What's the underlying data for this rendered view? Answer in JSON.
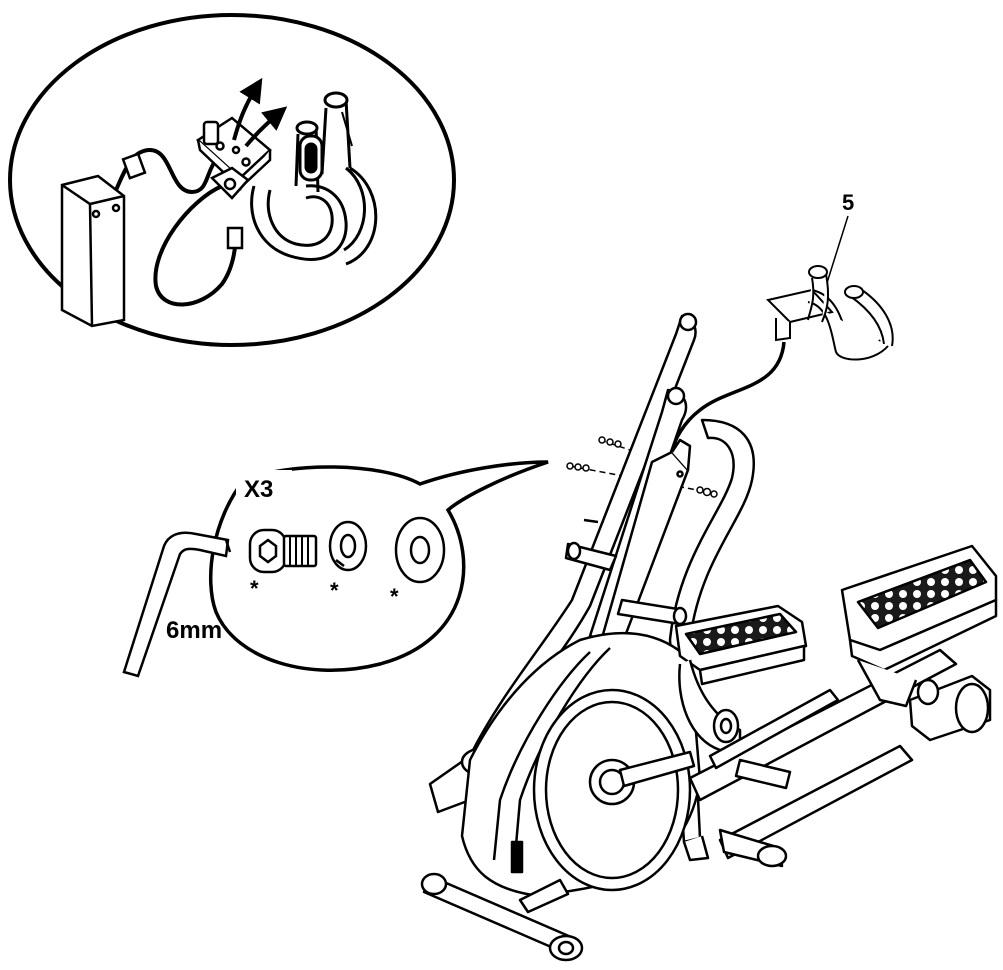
{
  "labels": {
    "part_number": "5",
    "quantity": "X3",
    "tool_size": "6mm",
    "star_bolt": "*",
    "star_lock_washer": "*",
    "star_flat_washer": "*"
  },
  "icons": {
    "wrench": "allen-wrench-icon",
    "bolt": "bolt-icon",
    "lock_washer": "lock-washer-icon",
    "flat_washer": "flat-washer-icon"
  },
  "colors": {
    "ink": "#000000",
    "paper": "#ffffff",
    "mesh": "#1a1a1a"
  }
}
